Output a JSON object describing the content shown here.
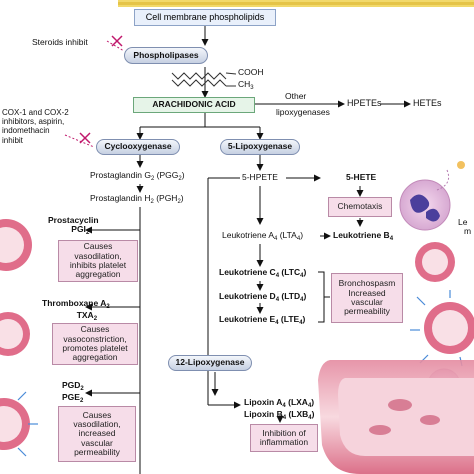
{
  "membrane": {
    "label": "Cell membrane phospholipids"
  },
  "steroids": {
    "label": "Steroids inhibit"
  },
  "phospholipases": {
    "label": "Phospholipases"
  },
  "molecule": {
    "cooh": "COOH",
    "ch3": "CH",
    "ch3_sub": "3"
  },
  "arachidonic": {
    "label": "ARACHIDONIC ACID"
  },
  "other_lipox": {
    "line1": "Other",
    "line2": "lipoxygenases"
  },
  "hpetes": {
    "label": "HPETEs"
  },
  "hetes": {
    "label": "HETEs"
  },
  "cox_inhibitors": {
    "line1": "COX-1 and COX-2",
    "line2": "inhibitors, aspirin,",
    "line3": "indomethacin",
    "line4": "inhibit"
  },
  "cyclooxygenase": {
    "label": "Cyclooxygenase"
  },
  "lipoxygenase5": {
    "label": "5-Lipoxygenase"
  },
  "pgg2": {
    "text": "Prostaglandin G",
    "sub": "2",
    "paren": " (PGG",
    "paren_sub": "2",
    "close": ")"
  },
  "pgh2": {
    "text": "Prostaglandin H",
    "sub": "2",
    "paren": " (PGH",
    "paren_sub": "2",
    "close": ")"
  },
  "hpete5": {
    "label": "5-HPETE"
  },
  "hete5": {
    "label": "5-HETE"
  },
  "chemotaxis": {
    "label": "Chemotaxis"
  },
  "ltb4": {
    "text": "Leukotriene B",
    "sub": "4"
  },
  "lta4": {
    "text": "Leukotriene A",
    "sub": "4",
    "paren": " (LTA",
    "paren_sub": "4",
    "close": ")"
  },
  "prostacyclin": {
    "line1": "Prostacyclin",
    "line2": "PGI",
    "line2_sub": "2"
  },
  "prostacyclin_effect": {
    "line1": "Causes",
    "line2": "vasodilation,",
    "line3": "inhibits platelet",
    "line4": "aggregation"
  },
  "ltc4": {
    "text": "Leukotriene C",
    "sub": "4",
    "paren": " (LTC",
    "paren_sub": "4",
    "close": ")"
  },
  "ltd4": {
    "text": "Leukotriene D",
    "sub": "4",
    "paren": " (LTD",
    "paren_sub": "4",
    "close": ")"
  },
  "lte4": {
    "text": "Leukotriene E",
    "sub": "4",
    "paren": " (LTE",
    "paren_sub": "4",
    "close": ")"
  },
  "broncho_effect": {
    "line1": "Bronchospasm",
    "line2": "Increased",
    "line3": "vascular",
    "line4": "permeability"
  },
  "thromboxane": {
    "line1": "Thromboxane A",
    "line1_sub": "2",
    "line2": "TXA",
    "line2_sub": "2"
  },
  "thromboxane_effect": {
    "line1": "Causes",
    "line2": "vasoconstriction,",
    "line3": "promotes platelet",
    "line4": "aggregation"
  },
  "lipoxygenase12": {
    "label": "12-Lipoxygenase"
  },
  "pgd_pge": {
    "line1": "PGD",
    "line1_sub": "2",
    "line2": "PGE",
    "line2_sub": "2"
  },
  "pgd_effect": {
    "line1": "Causes",
    "line2": "vasodilation,",
    "line3": "increased",
    "line4": "vascular",
    "line5": "permeability"
  },
  "lipoxins": {
    "a4": "Lipoxin A",
    "a4_sub": "4",
    "a4_paren": " (LXA",
    "a4_paren_sub": "4",
    "a4_close": ")",
    "b4": "Lipoxin B",
    "b4_sub": "4",
    "b4_paren": " (LXB",
    "b4_paren_sub": "4",
    "b4_close": ")"
  },
  "inhibition": {
    "line1": "Inhibition of",
    "line2": "inflammation"
  },
  "edge_text": {
    "line1": "Le",
    "line2": "m"
  },
  "colors": {
    "arrow": "#111111",
    "enzyme_fill": "#c6d0e2",
    "effect_fill": "#f6dde9",
    "acid_fill": "#e6f4e8",
    "inhibit_x": "#c0186c",
    "vessel": "#d9607c"
  }
}
